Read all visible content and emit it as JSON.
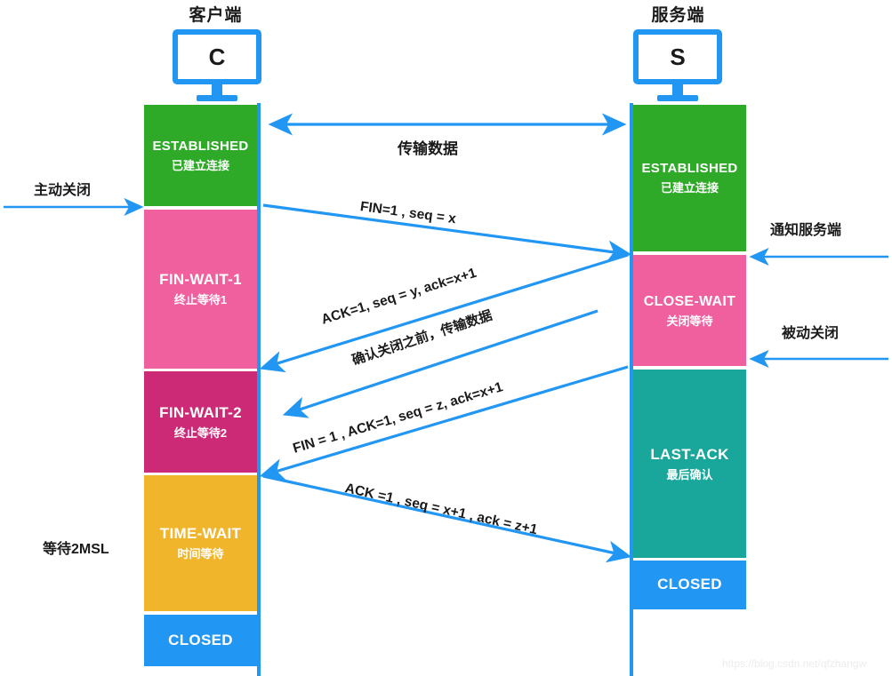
{
  "colors": {
    "accent_blue": "#2196f3",
    "established_green": "#2eaa28",
    "fin_wait_1_pink": "#f05f9e",
    "fin_wait_2_magenta": "#cc2a76",
    "time_wait_orange": "#f0b52b",
    "closed_blue": "#2196f3",
    "close_wait_pink": "#f05f9e",
    "last_ack_teal": "#18a79a",
    "text_dark": "#1a1a1a",
    "watermark_gray": "#ececec"
  },
  "client": {
    "title": "客户端",
    "icon_letter": "C",
    "icon_name": "monitor-icon",
    "states": [
      {
        "name": "ESTABLISHED",
        "cn": "已建立连接",
        "color": "#2eaa28"
      },
      {
        "name": "FIN-WAIT-1",
        "cn": "终止等待1",
        "color": "#f05f9e"
      },
      {
        "name": "FIN-WAIT-2",
        "cn": "终止等待2",
        "color": "#cc2a76"
      },
      {
        "name": "TIME-WAIT",
        "cn": "时间等待",
        "color": "#f0b52b"
      },
      {
        "name": "CLOSED",
        "cn": "",
        "color": "#2196f3"
      }
    ]
  },
  "server": {
    "title": "服务端",
    "icon_letter": "S",
    "icon_name": "monitor-icon",
    "states": [
      {
        "name": "ESTABLISHED",
        "cn": "已建立连接",
        "color": "#2eaa28"
      },
      {
        "name": "CLOSE-WAIT",
        "cn": "关闭等待",
        "color": "#f05f9e"
      },
      {
        "name": "LAST-ACK",
        "cn": "最后确认",
        "color": "#18a79a"
      },
      {
        "name": "CLOSED",
        "cn": "",
        "color": "#2196f3"
      }
    ]
  },
  "side_labels": {
    "left_active_close": "主动关闭",
    "left_wait_2msl": "等待2MSL",
    "right_notify_server": "通知服务端",
    "right_passive_close": "被动关闭"
  },
  "messages": {
    "transfer_data": "传输数据",
    "fin_1": "FIN=1 , seq = x",
    "ack_1": "ACK=1, seq = y, ack=x+1",
    "transfer_before_close": "确认关闭之前，传输数据",
    "fin_ack": "FIN = 1 , ACK=1, seq = z, ack=x+1",
    "final_ack": "ACK =1 , seq = x+1 , ack = z+1"
  },
  "watermark": "https://blog.csdn.net/qfzhangw"
}
